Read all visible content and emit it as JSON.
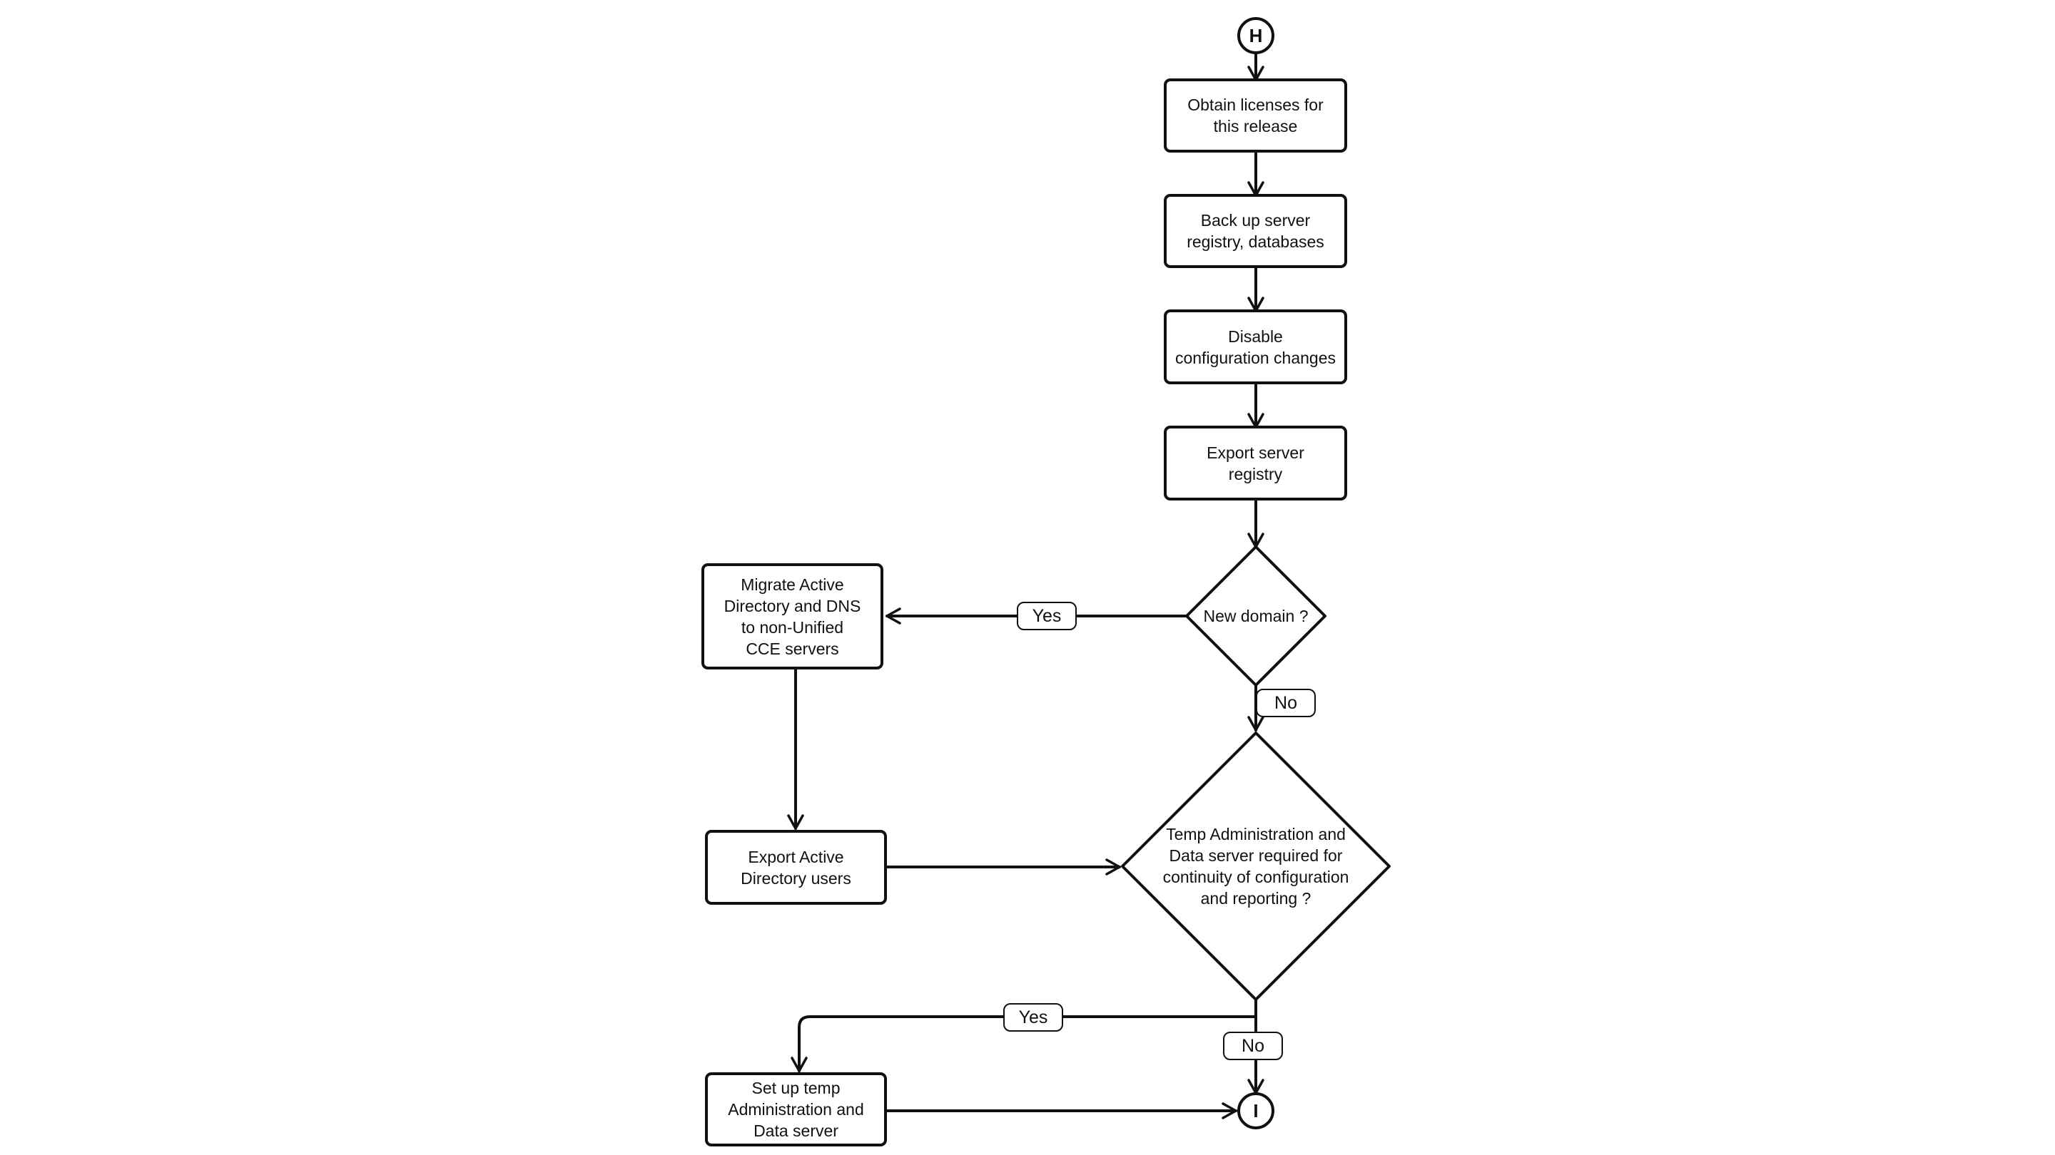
{
  "connectors": {
    "start": "H",
    "end": "I"
  },
  "nodes": {
    "obtain_licenses": "Obtain licenses for\nthis release",
    "backup_registry": "Back up server\nregistry, databases",
    "disable_config": "Disable\nconfiguration changes",
    "export_registry": "Export server\nregistry",
    "new_domain": "New domain ?",
    "migrate_ad": "Migrate Active\nDirectory and DNS\nto non-Unified\nCCE servers",
    "export_ad_users": "Export Active\nDirectory users",
    "temp_required": "Temp Administration and\nData server required for\ncontinuity of configuration\nand reporting ?",
    "setup_temp": "Set up temp\nAdministration and\nData server"
  },
  "edge_labels": {
    "new_domain_yes": "Yes",
    "new_domain_no": "No",
    "temp_yes": "Yes",
    "temp_no": "No"
  }
}
